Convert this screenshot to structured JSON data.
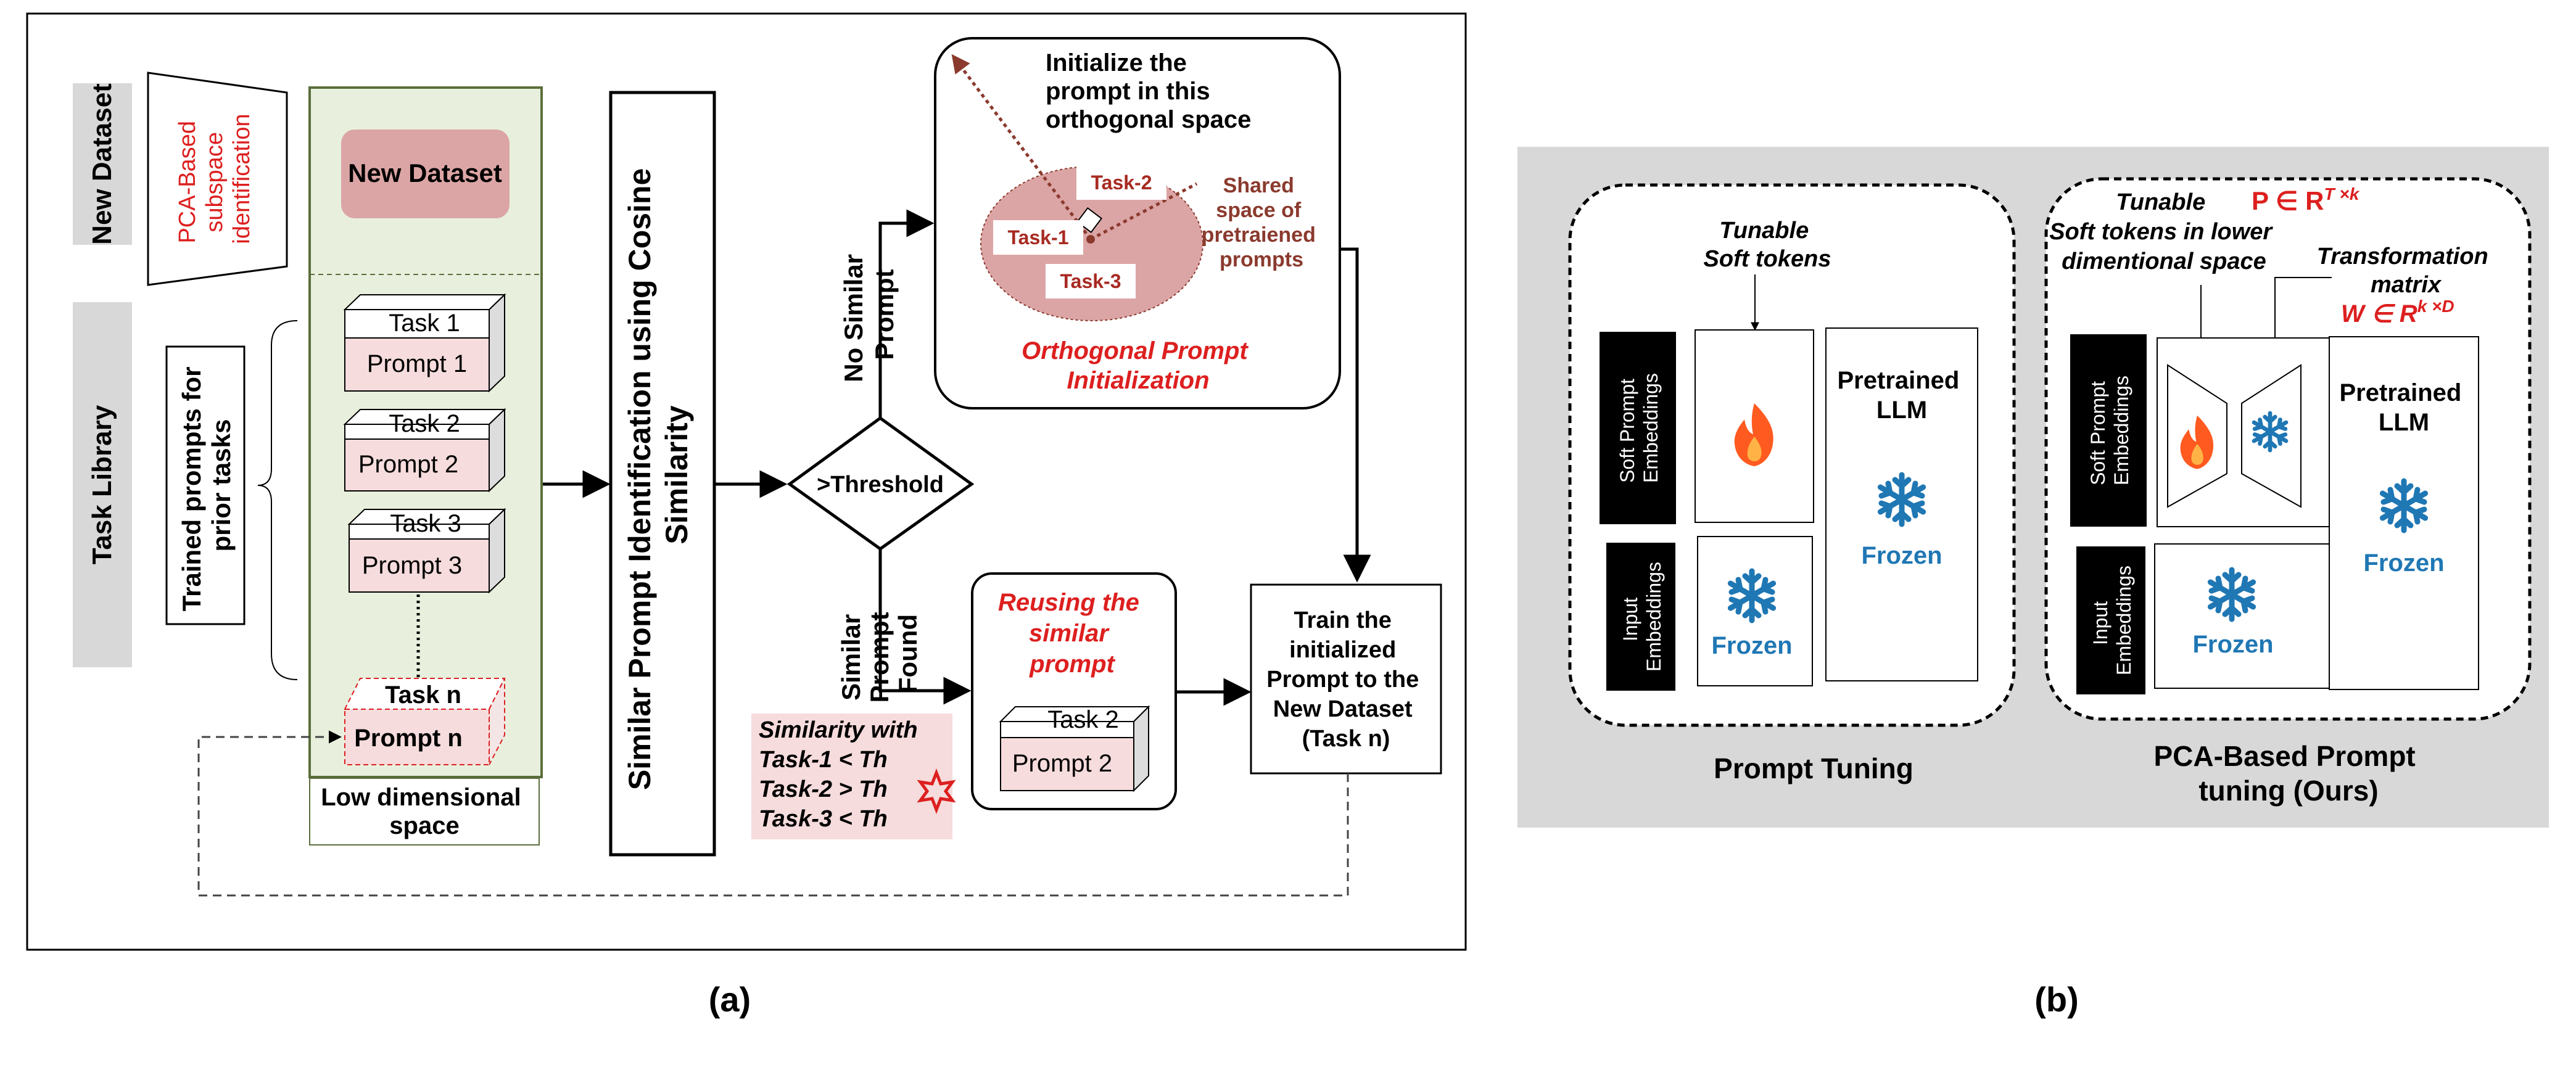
{
  "colors": {
    "red": "#dd1f1f",
    "dark_red": "#a82a22",
    "brown": "#8b3a2e",
    "blue": "#1f77b4",
    "green_fill": "#e8f0dd",
    "green_stroke": "#5a6e3c",
    "pink": "#dca5a5",
    "pink_light": "#f6dcdc",
    "gray": "#d8d8d8",
    "flame": "#ff5a1f"
  },
  "panel_a": {
    "caption": "(a)",
    "new_dataset_label": "New Dataset",
    "task_library_label": "Task Library",
    "pca_label": [
      "PCA-Based",
      "subspace",
      "identification"
    ],
    "trained_prompts_label": [
      "Trained prompts for",
      "prior tasks"
    ],
    "new_dataset_box": "New Dataset",
    "tasks": [
      {
        "task": "Task 1",
        "prompt": "Prompt 1"
      },
      {
        "task": "Task 2",
        "prompt": "Prompt 2"
      },
      {
        "task": "Task 3",
        "prompt": "Prompt 3"
      }
    ],
    "task_n": {
      "task": "Task n",
      "prompt": "Prompt n"
    },
    "low_dim_space": [
      "Low dimensional",
      "space"
    ],
    "similarity_box": [
      "Similar Prompt Identification using Cosine",
      "Similarity"
    ],
    "threshold": ">Threshold",
    "no_similar": [
      "No Similar",
      "Prompt"
    ],
    "similar_found": [
      "Similar",
      "Prompt",
      "Found"
    ],
    "init_text": [
      "Initialize the",
      "prompt in this",
      "orthogonal  space"
    ],
    "ellipse_tasks": [
      "Task-1",
      "Task-2",
      "Task-3"
    ],
    "shared_space": [
      "Shared",
      "space of",
      "pretraiened",
      "prompts"
    ],
    "orthogonal_init": [
      "Orthogonal Prompt",
      "Initialization"
    ],
    "reusing": [
      "Reusing the",
      "similar",
      "prompt"
    ],
    "reuse_task": "Task 2",
    "reuse_prompt": "Prompt 2",
    "similarity_with": [
      "Similarity with",
      "Task-1 < Th",
      "Task-2 > Th",
      "Task-3 < Th"
    ],
    "train_box": [
      "Train the",
      "initialized",
      "Prompt to the",
      "New Dataset",
      "(Task n)"
    ]
  },
  "panel_b": {
    "caption": "(b)",
    "left": {
      "title": "Prompt Tuning",
      "tunable": [
        "Tunable",
        "Soft tokens"
      ],
      "soft_prompt": [
        "Soft Prompt",
        "Embeddings"
      ],
      "input": [
        "Input",
        "Embeddings"
      ],
      "frozen": "Frozen",
      "llm": [
        "Pretrained",
        "LLM"
      ],
      "llm_frozen": "Frozen"
    },
    "right": {
      "title": [
        "PCA-Based Prompt",
        "tuning (Ours)"
      ],
      "tunable": [
        "Tunable",
        "Soft tokens in lower",
        "dimentional space"
      ],
      "p_formula": "P ∈ R",
      "p_sup": "T ×k",
      "transform": [
        "Transformation",
        "matrix"
      ],
      "w_formula": "W ∈ R",
      "w_sup": "k ×D",
      "soft_prompt": [
        "Soft Prompt",
        "Embeddings"
      ],
      "input": [
        "Input",
        "Embeddings"
      ],
      "frozen": "Frozen",
      "llm": [
        "Pretrained",
        "LLM"
      ],
      "llm_frozen": "Frozen"
    }
  }
}
